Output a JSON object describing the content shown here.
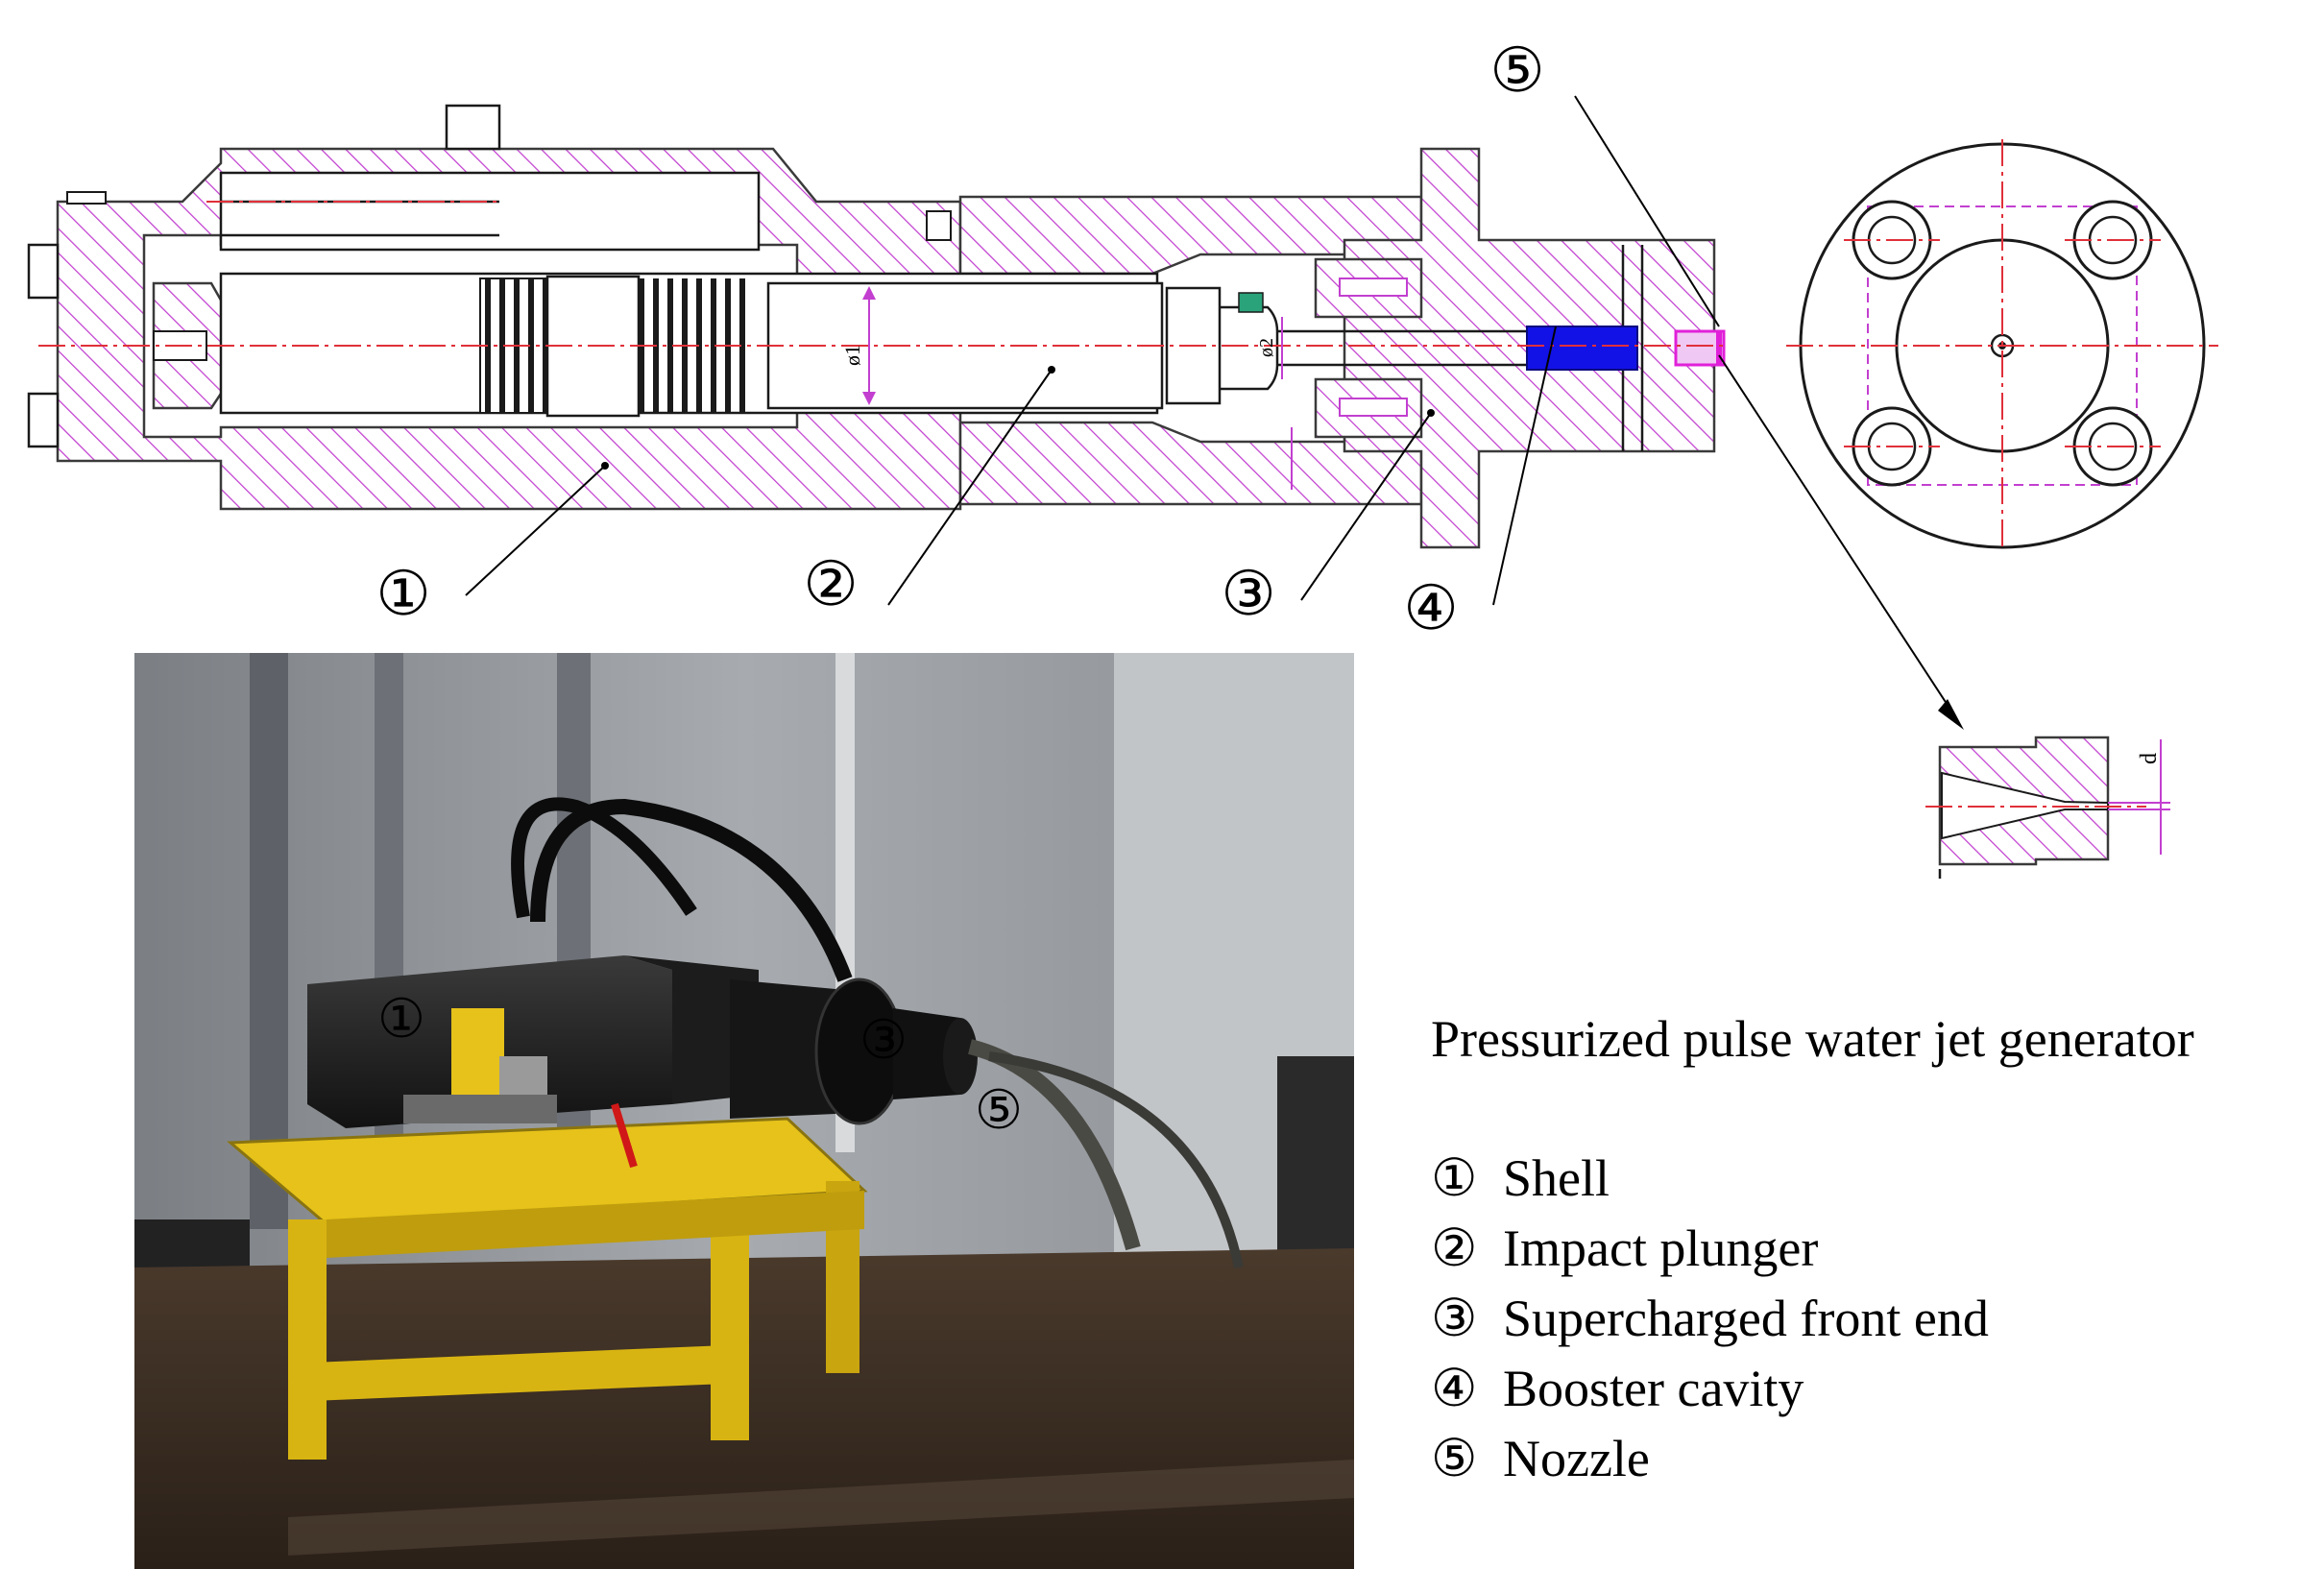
{
  "labels": {
    "drawing": [
      "①",
      "②",
      "③",
      "④",
      "⑤"
    ],
    "photo": [
      "①",
      "③",
      "⑤"
    ]
  },
  "dimensions": {
    "phi1": "ø1",
    "phi2": "ø2",
    "d": "d"
  },
  "legend": {
    "title": "Pressurized pulse water jet generator",
    "items": [
      {
        "num": "①",
        "text": "Shell"
      },
      {
        "num": "②",
        "text": "Impact plunger"
      },
      {
        "num": "③",
        "text": "Supercharged front end"
      },
      {
        "num": "④",
        "text": "Booster cavity"
      },
      {
        "num": "⑤",
        "text": "Nozzle"
      }
    ]
  },
  "colors": {
    "hatch": "#c23fd0",
    "outline": "#1a1a1a",
    "centerline": "#e0303a",
    "booster_cavity": "#1212e6",
    "nozzle": "#e020d8",
    "photo_label": "#e01818",
    "frame_yellow": "#e6c21a"
  }
}
